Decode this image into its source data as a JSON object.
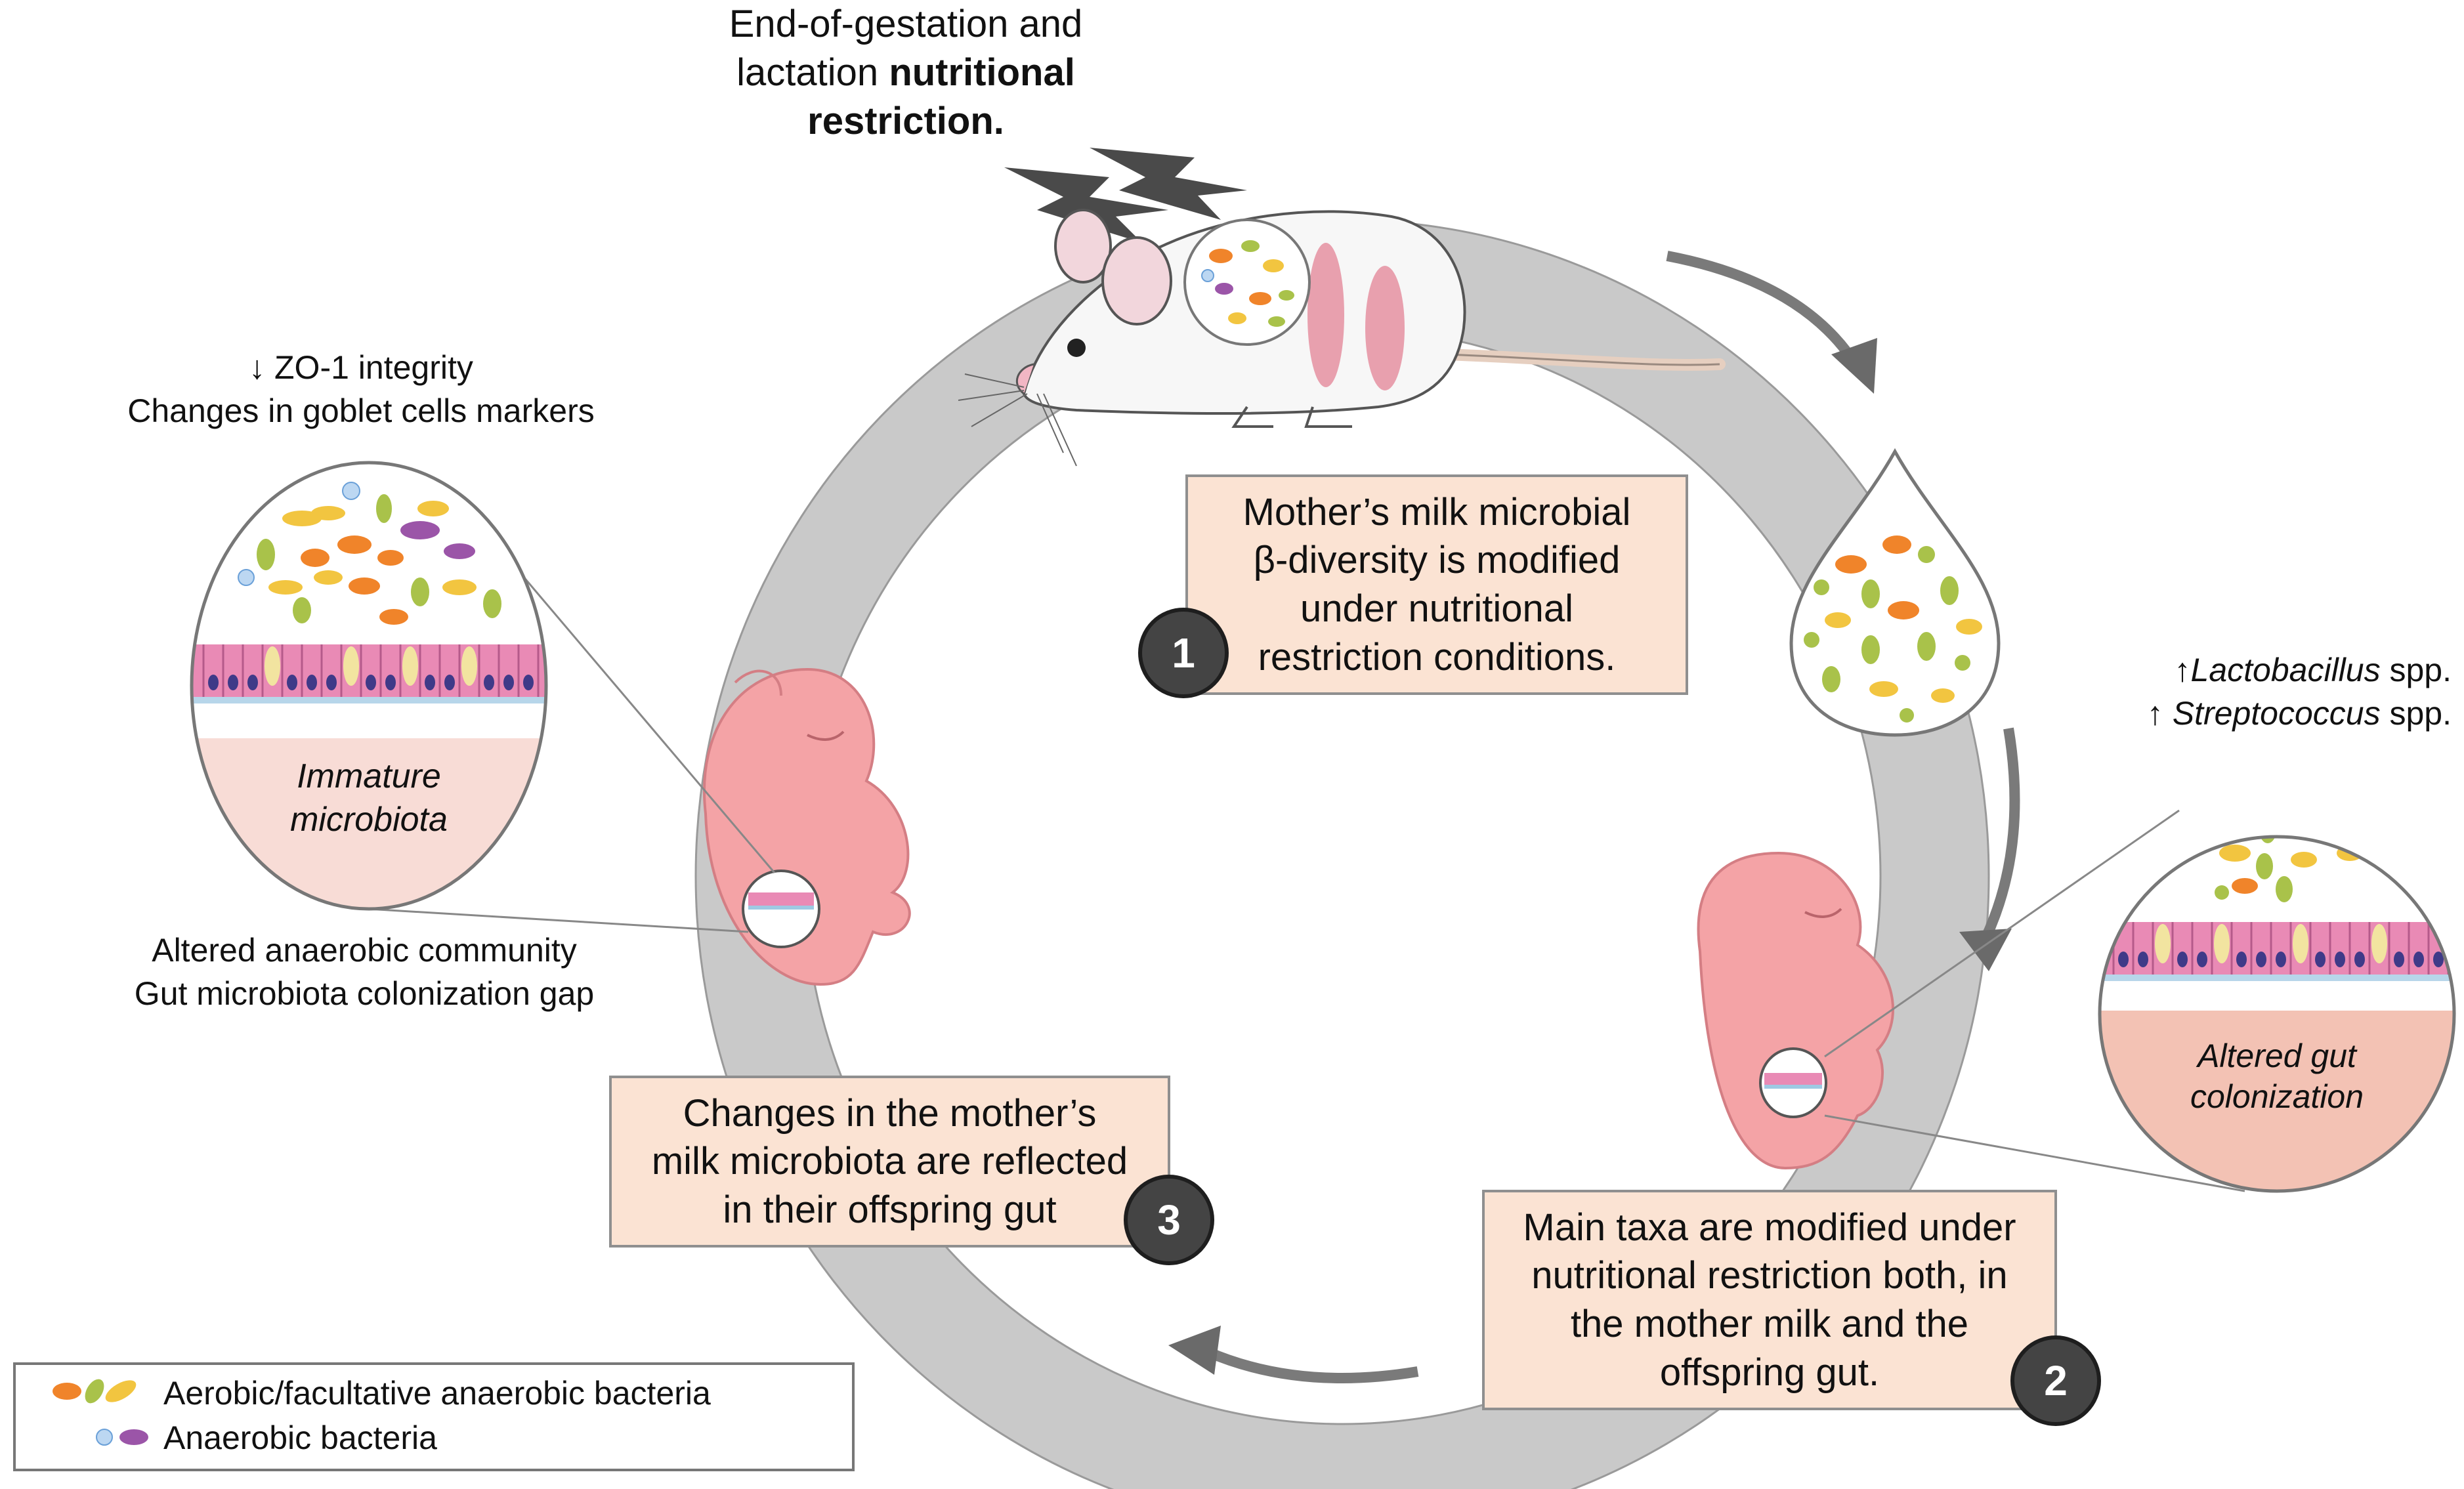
{
  "title": {
    "line1": "End-of-gestation and",
    "line2_plain": "lactation ",
    "line2_bold": "nutritional",
    "line3_bold": "restriction."
  },
  "left_notes": {
    "top_line1": "↓ ZO-1 integrity",
    "top_line2": "Changes in goblet cells markers",
    "inset_label_line1": "Immature",
    "inset_label_line2": "microbiota",
    "bottom_line1": "Altered anaerobic community",
    "bottom_line2": "Gut microbiota colonization gap"
  },
  "right_notes": {
    "line1_arrow": "↑",
    "line1_italic": "Lactobacillus",
    "line1_rest": " spp.",
    "line2_arrow": "↑ ",
    "line2_italic": "Streptococcus",
    "line2_rest": " spp.",
    "inset_label_line1": "Altered gut",
    "inset_label_line2": "colonization"
  },
  "steps": [
    {
      "number": "1",
      "lines": [
        "Mother’s milk microbial",
        "β-diversity is modified",
        "under nutritional",
        "restriction conditions."
      ]
    },
    {
      "number": "2",
      "lines": [
        "Main taxa are modified under",
        "nutritional restriction both, in",
        "the mother milk and the",
        "offspring gut."
      ]
    },
    {
      "number": "3",
      "lines": [
        "Changes in the mother’s",
        "milk microbiota are reflected",
        "in their offspring gut"
      ]
    }
  ],
  "legend": [
    {
      "label": "Aerobic/facultative anaerobic bacteria"
    },
    {
      "label": "Anaerobic bacteria"
    }
  ],
  "colors": {
    "ring": "#c9c9c9",
    "box_fill": "#fbe3d3",
    "badge": "#444444",
    "pup": "#f4a3a6",
    "epithelium": "#e98ab5",
    "bacteria_orange": "#f0842a",
    "bacteria_yellow": "#f2c540",
    "bacteria_green": "#a9c24a",
    "bacteria_purple": "#9b55a8",
    "bacteria_blue": "#bcd7f2"
  }
}
